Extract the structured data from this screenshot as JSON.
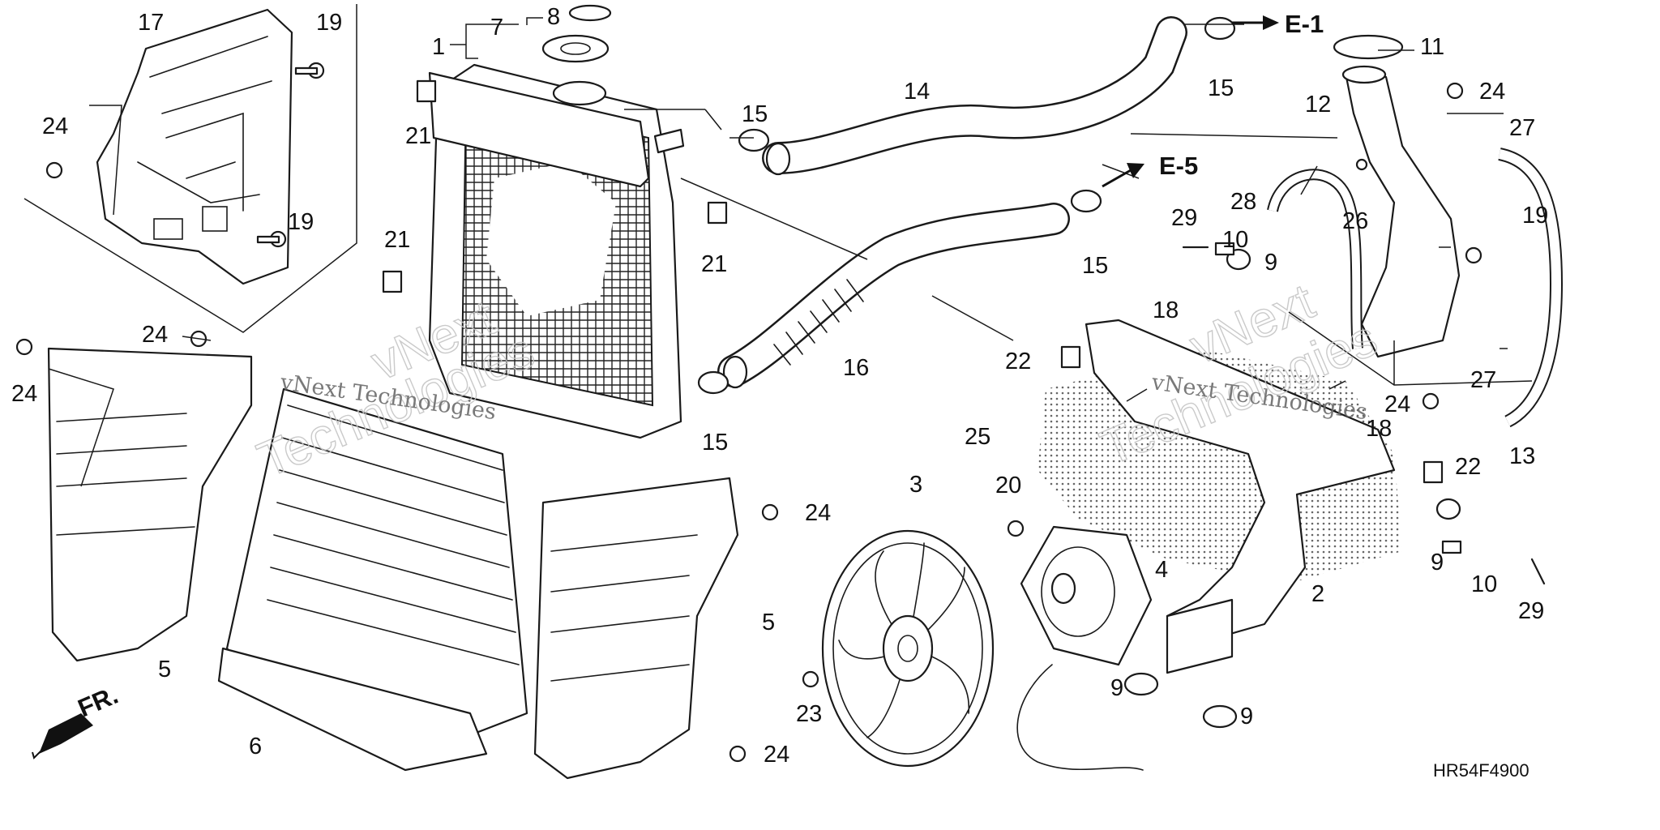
{
  "callouts": [
    {
      "label": "17"
    },
    {
      "label": "19"
    },
    {
      "label": "24"
    },
    {
      "label": "19"
    },
    {
      "label": "1"
    },
    {
      "label": "7"
    },
    {
      "label": "8"
    },
    {
      "label": "21"
    },
    {
      "label": "21"
    },
    {
      "label": "15"
    },
    {
      "label": "21"
    },
    {
      "label": "15"
    },
    {
      "label": "14"
    },
    {
      "label": "15"
    },
    {
      "label": "16"
    },
    {
      "label": "15"
    },
    {
      "label": "11"
    },
    {
      "label": "12"
    },
    {
      "label": "24"
    },
    {
      "label": "27"
    },
    {
      "label": "28"
    },
    {
      "label": "26"
    },
    {
      "label": "19"
    },
    {
      "label": "29"
    },
    {
      "label": "10"
    },
    {
      "label": "9"
    },
    {
      "label": "18"
    },
    {
      "label": "22"
    },
    {
      "label": "24"
    },
    {
      "label": "24"
    },
    {
      "label": "5"
    },
    {
      "label": "6"
    },
    {
      "label": "24"
    },
    {
      "label": "5"
    },
    {
      "label": "24"
    },
    {
      "label": "3"
    },
    {
      "label": "23"
    },
    {
      "label": "20"
    },
    {
      "label": "25"
    },
    {
      "label": "4"
    },
    {
      "label": "2"
    },
    {
      "label": "9"
    },
    {
      "label": "9"
    },
    {
      "label": "24"
    },
    {
      "label": "18"
    },
    {
      "label": "22"
    },
    {
      "label": "27"
    },
    {
      "label": "13"
    },
    {
      "label": "9"
    },
    {
      "label": "10"
    },
    {
      "label": "29"
    }
  ],
  "refs": {
    "e1": "E-1",
    "e5": "E-5"
  },
  "front_marker": "FR.",
  "diagram_code": "HR54F4900",
  "watermark": {
    "line1": "vNext",
    "line2": "Technologies",
    "small": "vNext Technologies"
  }
}
